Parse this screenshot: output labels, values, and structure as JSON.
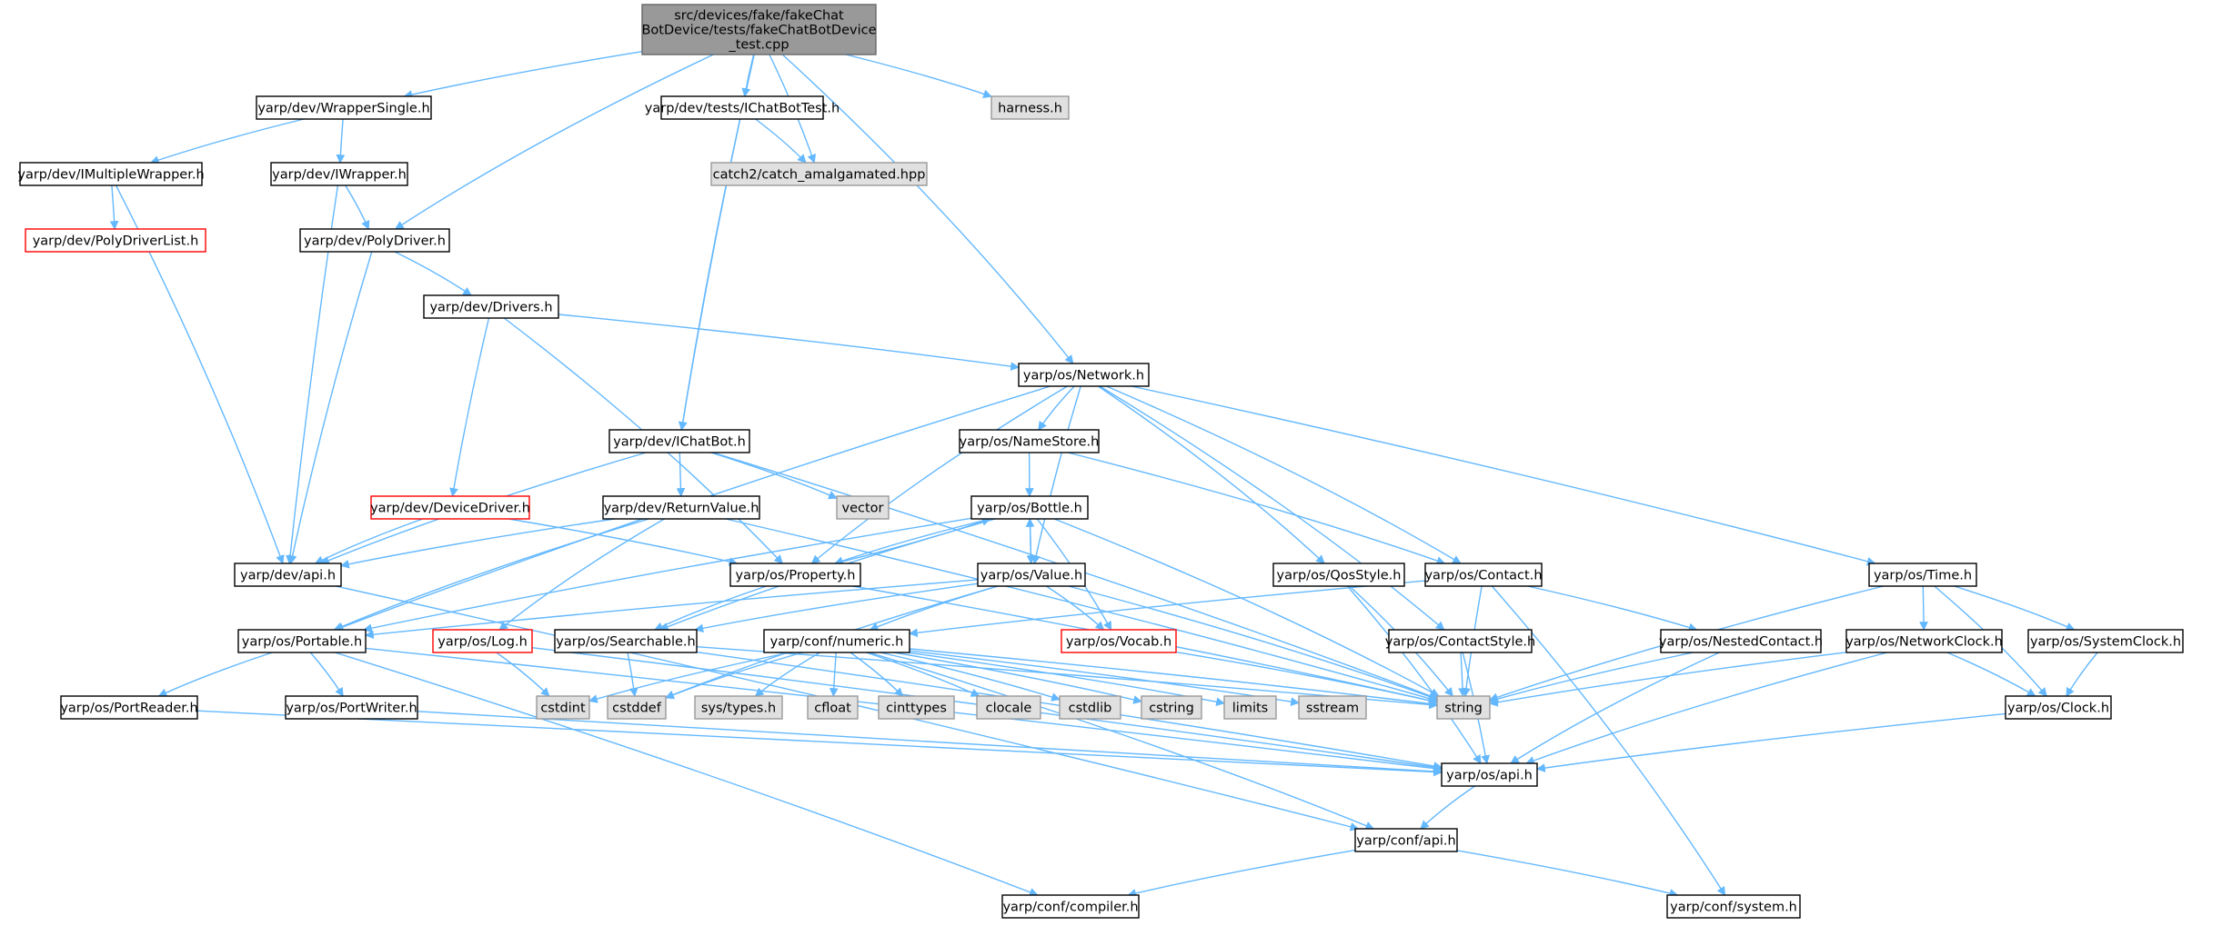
{
  "colors": {
    "edge": "#63b8ff",
    "node_border": "#000000",
    "node_fill": "#ffffff",
    "ext_fill": "#e0e0e0",
    "ext_border": "#999999",
    "root_fill": "#999999",
    "root_border": "#666666",
    "incomplete_border": "#ff0000"
  },
  "nodes": {
    "root": {
      "lines": [
        "src/devices/fake/fakeChat",
        "BotDevice/tests/fakeChatBotDevice",
        "_test.cpp"
      ],
      "kind": "root"
    },
    "wrappersingle": {
      "label": "yarp/dev/WrapperSingle.h",
      "kind": "normal"
    },
    "ichatbottest": {
      "label": "yarp/dev/tests/IChatBotTest.h",
      "kind": "normal"
    },
    "harness": {
      "label": "harness.h",
      "kind": "external"
    },
    "imultiplewrapper": {
      "label": "yarp/dev/IMultipleWrapper.h",
      "kind": "normal"
    },
    "iwrapper": {
      "label": "yarp/dev/IWrapper.h",
      "kind": "normal"
    },
    "catch2": {
      "label": "catch2/catch_amalgamated.hpp",
      "kind": "external"
    },
    "polydriverlist": {
      "label": "yarp/dev/PolyDriverList.h",
      "kind": "incomplete"
    },
    "polydriver": {
      "label": "yarp/dev/PolyDriver.h",
      "kind": "normal"
    },
    "drivers": {
      "label": "yarp/dev/Drivers.h",
      "kind": "normal"
    },
    "network": {
      "label": "yarp/os/Network.h",
      "kind": "normal"
    },
    "ichatbot": {
      "label": "yarp/dev/IChatBot.h",
      "kind": "normal"
    },
    "namestore": {
      "label": "yarp/os/NameStore.h",
      "kind": "normal"
    },
    "vector": {
      "label": "vector",
      "kind": "external"
    },
    "devicedriver": {
      "label": "yarp/dev/DeviceDriver.h",
      "kind": "incomplete"
    },
    "returnvalue": {
      "label": "yarp/dev/ReturnValue.h",
      "kind": "normal"
    },
    "bottle": {
      "label": "yarp/os/Bottle.h",
      "kind": "normal"
    },
    "devapi": {
      "label": "yarp/dev/api.h",
      "kind": "normal"
    },
    "property": {
      "label": "yarp/os/Property.h",
      "kind": "normal"
    },
    "value": {
      "label": "yarp/os/Value.h",
      "kind": "normal"
    },
    "qosstyle": {
      "label": "yarp/os/QosStyle.h",
      "kind": "normal"
    },
    "contact": {
      "label": "yarp/os/Contact.h",
      "kind": "normal"
    },
    "time": {
      "label": "yarp/os/Time.h",
      "kind": "normal"
    },
    "portable": {
      "label": "yarp/os/Portable.h",
      "kind": "normal"
    },
    "log": {
      "label": "yarp/os/Log.h",
      "kind": "incomplete"
    },
    "searchable": {
      "label": "yarp/os/Searchable.h",
      "kind": "normal"
    },
    "numeric": {
      "label": "yarp/conf/numeric.h",
      "kind": "normal"
    },
    "vocab": {
      "label": "yarp/os/Vocab.h",
      "kind": "incomplete"
    },
    "contactstyle": {
      "label": "yarp/os/ContactStyle.h",
      "kind": "normal"
    },
    "nestedcontact": {
      "label": "yarp/os/NestedContact.h",
      "kind": "normal"
    },
    "networkclock": {
      "label": "yarp/os/NetworkClock.h",
      "kind": "normal"
    },
    "systemclock": {
      "label": "yarp/os/SystemClock.h",
      "kind": "normal"
    },
    "portreader": {
      "label": "yarp/os/PortReader.h",
      "kind": "normal"
    },
    "portwriter": {
      "label": "yarp/os/PortWriter.h",
      "kind": "normal"
    },
    "cstdint": {
      "label": "cstdint",
      "kind": "external"
    },
    "cstddef": {
      "label": "cstddef",
      "kind": "external"
    },
    "systypes": {
      "label": "sys/types.h",
      "kind": "external"
    },
    "cfloat": {
      "label": "cfloat",
      "kind": "external"
    },
    "cinttypes": {
      "label": "cinttypes",
      "kind": "external"
    },
    "clocale": {
      "label": "clocale",
      "kind": "external"
    },
    "cstdlib": {
      "label": "cstdlib",
      "kind": "external"
    },
    "cstring": {
      "label": "cstring",
      "kind": "external"
    },
    "limits": {
      "label": "limits",
      "kind": "external"
    },
    "sstream": {
      "label": "sstream",
      "kind": "external"
    },
    "string": {
      "label": "string",
      "kind": "external"
    },
    "clock": {
      "label": "yarp/os/Clock.h",
      "kind": "normal"
    },
    "osapi": {
      "label": "yarp/os/api.h",
      "kind": "normal"
    },
    "confapi": {
      "label": "yarp/conf/api.h",
      "kind": "normal"
    },
    "compiler": {
      "label": "yarp/conf/compiler.h",
      "kind": "normal"
    },
    "system": {
      "label": "yarp/conf/system.h",
      "kind": "normal"
    }
  },
  "edges": [
    [
      "root",
      "wrappersingle"
    ],
    [
      "root",
      "ichatbottest"
    ],
    [
      "root",
      "harness"
    ],
    [
      "root",
      "catch2"
    ],
    [
      "root",
      "polydriver"
    ],
    [
      "root",
      "network"
    ],
    [
      "root",
      "ichatbot"
    ],
    [
      "wrappersingle",
      "imultiplewrapper"
    ],
    [
      "wrappersingle",
      "iwrapper"
    ],
    [
      "ichatbottest",
      "catch2"
    ],
    [
      "ichatbottest",
      "ichatbot"
    ],
    [
      "imultiplewrapper",
      "polydriverlist"
    ],
    [
      "imultiplewrapper",
      "devapi"
    ],
    [
      "iwrapper",
      "polydriver"
    ],
    [
      "iwrapper",
      "devapi"
    ],
    [
      "polydriver",
      "drivers"
    ],
    [
      "polydriver",
      "devapi"
    ],
    [
      "drivers",
      "network"
    ],
    [
      "drivers",
      "devicedriver"
    ],
    [
      "drivers",
      "property"
    ],
    [
      "network",
      "namestore"
    ],
    [
      "network",
      "portable"
    ],
    [
      "network",
      "property"
    ],
    [
      "network",
      "value"
    ],
    [
      "network",
      "qosstyle"
    ],
    [
      "network",
      "contact"
    ],
    [
      "network",
      "time"
    ],
    [
      "network",
      "contactstyle"
    ],
    [
      "ichatbot",
      "vector"
    ],
    [
      "ichatbot",
      "returnvalue"
    ],
    [
      "ichatbot",
      "devapi"
    ],
    [
      "ichatbot",
      "string"
    ],
    [
      "namestore",
      "bottle"
    ],
    [
      "namestore",
      "contact"
    ],
    [
      "devicedriver",
      "devapi"
    ],
    [
      "devicedriver",
      "property"
    ],
    [
      "returnvalue",
      "devapi"
    ],
    [
      "returnvalue",
      "portable"
    ],
    [
      "returnvalue",
      "log"
    ],
    [
      "returnvalue",
      "string"
    ],
    [
      "bottle",
      "property"
    ],
    [
      "bottle",
      "value"
    ],
    [
      "bottle",
      "portable"
    ],
    [
      "bottle",
      "searchable"
    ],
    [
      "bottle",
      "vocab"
    ],
    [
      "bottle",
      "string"
    ],
    [
      "devapi",
      "confapi"
    ],
    [
      "property",
      "bottle"
    ],
    [
      "property",
      "searchable"
    ],
    [
      "property",
      "string"
    ],
    [
      "value",
      "bottle"
    ],
    [
      "value",
      "portable"
    ],
    [
      "value",
      "searchable"
    ],
    [
      "value",
      "numeric"
    ],
    [
      "value",
      "vocab"
    ],
    [
      "value",
      "string"
    ],
    [
      "value",
      "cstddef"
    ],
    [
      "qosstyle",
      "string"
    ],
    [
      "qosstyle",
      "osapi"
    ],
    [
      "contact",
      "nestedcontact"
    ],
    [
      "contact",
      "string"
    ],
    [
      "contact",
      "numeric"
    ],
    [
      "contact",
      "system"
    ],
    [
      "time",
      "networkclock"
    ],
    [
      "time",
      "systemclock"
    ],
    [
      "time",
      "clock"
    ],
    [
      "time",
      "string"
    ],
    [
      "portable",
      "portreader"
    ],
    [
      "portable",
      "portwriter"
    ],
    [
      "portable",
      "osapi"
    ],
    [
      "log",
      "cstdint"
    ],
    [
      "log",
      "osapi"
    ],
    [
      "searchable",
      "cstddef"
    ],
    [
      "searchable",
      "string"
    ],
    [
      "searchable",
      "osapi"
    ],
    [
      "numeric",
      "cstdint"
    ],
    [
      "numeric",
      "cstddef"
    ],
    [
      "numeric",
      "systypes"
    ],
    [
      "numeric",
      "cfloat"
    ],
    [
      "numeric",
      "cinttypes"
    ],
    [
      "numeric",
      "clocale"
    ],
    [
      "numeric",
      "cstdlib"
    ],
    [
      "numeric",
      "cstring"
    ],
    [
      "numeric",
      "limits"
    ],
    [
      "numeric",
      "sstream"
    ],
    [
      "numeric",
      "string"
    ],
    [
      "numeric",
      "confapi"
    ],
    [
      "vocab",
      "string"
    ],
    [
      "contactstyle",
      "string"
    ],
    [
      "contactstyle",
      "osapi"
    ],
    [
      "nestedcontact",
      "string"
    ],
    [
      "nestedcontact",
      "osapi"
    ],
    [
      "networkclock",
      "clock"
    ],
    [
      "networkclock",
      "string"
    ],
    [
      "networkclock",
      "osapi"
    ],
    [
      "systemclock",
      "clock"
    ],
    [
      "portreader",
      "osapi"
    ],
    [
      "portwriter",
      "osapi"
    ],
    [
      "clock",
      "osapi"
    ],
    [
      "osapi",
      "confapi"
    ],
    [
      "confapi",
      "compiler"
    ],
    [
      "confapi",
      "system"
    ],
    [
      "portable",
      "compiler"
    ]
  ]
}
